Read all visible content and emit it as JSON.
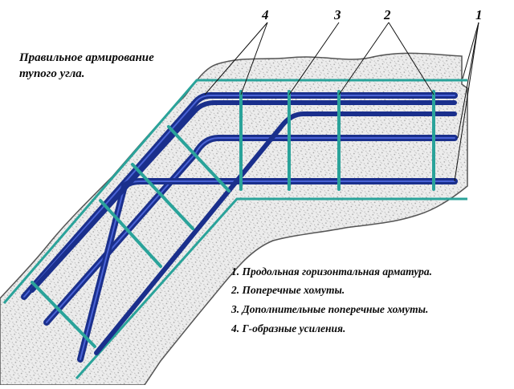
{
  "title": {
    "line1": "Правильное армирование",
    "line2": "тупого угла."
  },
  "callouts": [
    "4",
    "3",
    "2",
    "1"
  ],
  "legend": [
    "1. Продольная горизонтальная арматура.",
    "2. Поперечные хомуты.",
    "3. Дополнительные поперечные хомуты.",
    "4. Г-образные усиления."
  ],
  "colors": {
    "rebar": "#1a2f8c",
    "rebar_highlight": "#4a63d6",
    "stirrup": "#2aa39a",
    "concrete_edge": "#2aa39a",
    "concrete_fill": "#e4e4e4",
    "hatch": "#9a9a9a",
    "text": "#0a0a0a"
  }
}
